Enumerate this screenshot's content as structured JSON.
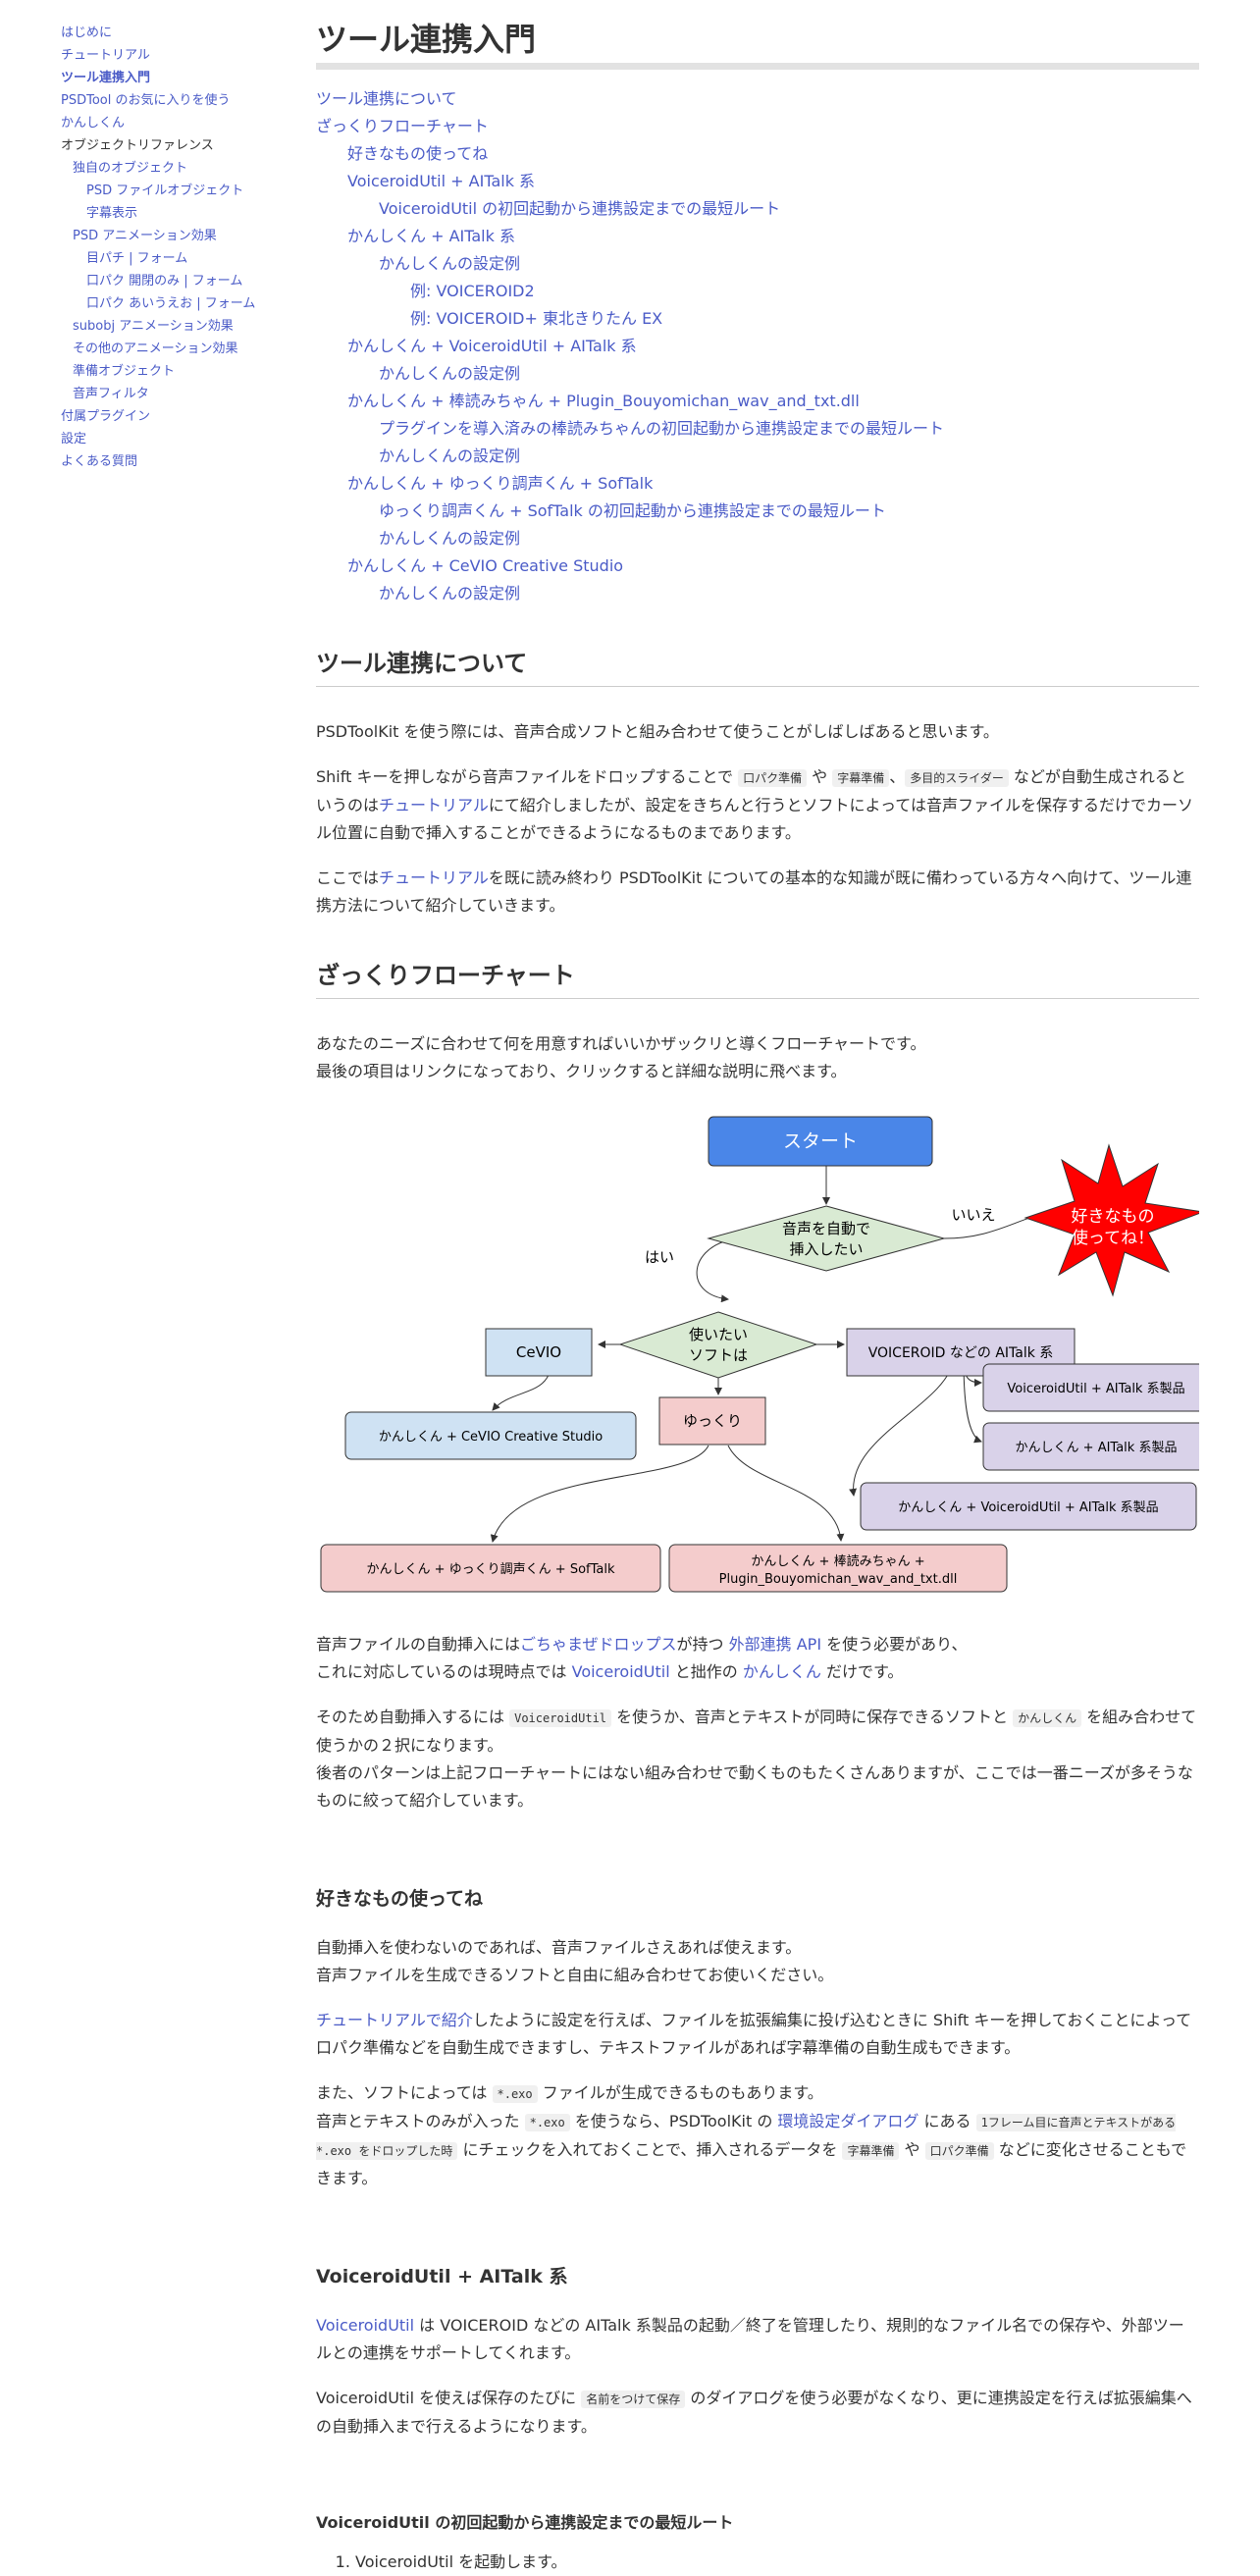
{
  "sidebar": {
    "items": [
      {
        "label": "はじめに",
        "level": 0,
        "link": true
      },
      {
        "label": "チュートリアル",
        "level": 0,
        "link": true
      },
      {
        "label": "ツール連携入門",
        "level": 0,
        "link": true,
        "current": true
      },
      {
        "label": "PSDTool のお気に入りを使う",
        "level": 0,
        "link": true
      },
      {
        "label": "かんしくん",
        "level": 0,
        "link": true
      },
      {
        "label": "オブジェクトリファレンス",
        "level": 0,
        "link": false
      },
      {
        "label": "独自のオブジェクト",
        "level": 1,
        "link": true
      },
      {
        "label": "PSD ファイルオブジェクト",
        "level": 2,
        "link": true
      },
      {
        "label": "字幕表示",
        "level": 2,
        "link": true
      },
      {
        "label": "PSD アニメーション効果",
        "level": 1,
        "link": true
      },
      {
        "label": "目パチ | フォーム",
        "level": 2,
        "link": true
      },
      {
        "label": "口パク 開閉のみ | フォーム",
        "level": 2,
        "link": true
      },
      {
        "label": "口パク あいうえお | フォーム",
        "level": 2,
        "link": true
      },
      {
        "label": "subobj アニメーション効果",
        "level": 1,
        "link": true
      },
      {
        "label": "その他のアニメーション効果",
        "level": 1,
        "link": true
      },
      {
        "label": "準備オブジェクト",
        "level": 1,
        "link": true
      },
      {
        "label": "音声フィルタ",
        "level": 1,
        "link": true
      },
      {
        "label": "付属プラグイン",
        "level": 0,
        "link": true
      },
      {
        "label": "設定",
        "level": 0,
        "link": true
      },
      {
        "label": "よくある質問",
        "level": 0,
        "link": true
      }
    ]
  },
  "page": {
    "title": "ツール連携入門",
    "toc": [
      {
        "label": "ツール連携について",
        "depth": 0
      },
      {
        "label": "ざっくりフローチャート",
        "depth": 0
      },
      {
        "label": "好きなもの使ってね",
        "depth": 1
      },
      {
        "label": "VoiceroidUtil + AITalk 系",
        "depth": 1
      },
      {
        "label": "VoiceroidUtil の初回起動から連携設定までの最短ルート",
        "depth": 2
      },
      {
        "label": "かんしくん + AITalk 系",
        "depth": 1
      },
      {
        "label": "かんしくんの設定例",
        "depth": 2
      },
      {
        "label": "例: VOICEROID2",
        "depth": 3
      },
      {
        "label": "例: VOICEROID+ 東北きりたん EX",
        "depth": 3
      },
      {
        "label": "かんしくん + VoiceroidUtil + AITalk 系",
        "depth": 1
      },
      {
        "label": "かんしくんの設定例",
        "depth": 2
      },
      {
        "label": "かんしくん + 棒読みちゃん + Plugin_Bouyomichan_wav_and_txt.dll",
        "depth": 1
      },
      {
        "label": "プラグインを導入済みの棒読みちゃんの初回起動から連携設定までの最短ルート",
        "depth": 2
      },
      {
        "label": "かんしくんの設定例",
        "depth": 2
      },
      {
        "label": "かんしくん + ゆっくり調声くん + SofTalk",
        "depth": 1
      },
      {
        "label": "ゆっくり調声くん + SofTalk の初回起動から連携設定までの最短ルート",
        "depth": 2
      },
      {
        "label": "かんしくんの設定例",
        "depth": 2
      },
      {
        "label": "かんしくん + CeVIO Creative Studio",
        "depth": 1
      },
      {
        "label": "かんしくんの設定例",
        "depth": 2
      }
    ]
  },
  "about": {
    "heading": "ツール連携について",
    "p1": "PSDToolKit を使う際には、音声合成ソフトと組み合わせて使うことがしばしばあると思います。",
    "p2_a": "Shift キーを押しながら音声ファイルをドロップすることで ",
    "p2_code1": "口パク準備",
    "p2_b": " や ",
    "p2_code2": "字幕準備",
    "p2_c": "、",
    "p2_code3": "多目的スライダー",
    "p2_d": " などが自動生成されるというのは",
    "p2_link": "チュートリアル",
    "p2_e": "にて紹介しましたが、設定をきちんと行うとソフトによっては音声ファイルを保存するだけでカーソル位置に自動で挿入することができるようになるものまであります。",
    "p3_a": "ここでは",
    "p3_link": "チュートリアル",
    "p3_b": "を既に読み終わり PSDToolKit についての基本的な知識が既に備わっている方々へ向けて、ツール連携方法について紹介していきます。"
  },
  "flow": {
    "heading": "ざっくりフローチャート",
    "intro1": "あなたのニーズに合わせて何を用意すればいいかザックリと導くフローチャートです。",
    "intro2": "最後の項目はリンクになっており、クリックすると詳細な説明に飛べます。",
    "chart": {
      "start": "スタート",
      "q1_line1": "音声を自動で",
      "q1_line2": "挿入したい",
      "no": "いいえ",
      "yes": "はい",
      "star_line1": "好きなもの",
      "star_line2": "使ってね！",
      "q2_line1": "使いたい",
      "q2_line2": "ソフトは",
      "cevio": "CeVIO",
      "voiceroid": "VOICEROID などの AITalk 系",
      "yukkuri": "ゆっくり",
      "r_vu": "VoiceroidUtil + AITalk 系製品",
      "r_ka": "かんしくん + AITalk 系製品",
      "r_kvu": "かんしくん + VoiceroidUtil + AITalk 系製品",
      "r_cevio": "かんしくん + CeVIO Creative Studio",
      "r_yukkuri": "かんしくん + ゆっくり調声くん + SofTalk",
      "r_bouyomi_line1": "かんしくん + 棒読みちゃん +",
      "r_bouyomi_line2": "Plugin_Bouyomichan_wav_and_txt.dll"
    },
    "after1_a": "音声ファイルの自動挿入には",
    "after1_link1": "ごちゃまぜドロップス",
    "after1_b": "が持つ ",
    "after1_link2": "外部連携 API",
    "after1_c": " を使う必要があり、",
    "after2_a": "これに対応しているのは現時点では ",
    "after2_link1": "VoiceroidUtil",
    "after2_b": " と拙作の ",
    "after2_link2": "かんしくん",
    "after2_c": " だけです。",
    "after3_a": "そのため自動挿入するには ",
    "after3_code1": "VoiceroidUtil",
    "after3_b": " を使うか、音声とテキストが同時に保存できるソフトと ",
    "after3_code2": "かんしくん",
    "after3_c": " を組み合わせて使うかの２択になります。",
    "after4": "後者のパターンは上記フローチャートにはない組み合わせで動くものもたくさんありますが、ここでは一番ニーズが多そうなものに絞って紹介しています。"
  },
  "favorite": {
    "heading": "好きなもの使ってね",
    "p1a": "自動挿入を使わないのであれば、音声ファイルさえあれば使えます。",
    "p1b": "音声ファイルを生成できるソフトと自由に組み合わせてお使いください。",
    "p2_link": "チュートリアルで紹介",
    "p2_text": "したように設定を行えば、ファイルを拡張編集に投げ込むときに Shift キーを押しておくことによって口パク準備などを自動生成できますし、テキストファイルがあれば字幕準備の自動生成もできます。",
    "p3_a": "また、ソフトによっては ",
    "p3_code1": "*.exo",
    "p3_b": " ファイルが生成できるものもあります。",
    "p4_a": "音声とテキストのみが入った ",
    "p4_code1": "*.exo",
    "p4_b": " を使うなら、PSDToolKit の ",
    "p4_link": "環境設定ダイアログ",
    "p4_c": " にある ",
    "p4_code2": "1フレーム目に音声とテキストがある *.exo をドロップした時",
    "p4_d": " にチェックを入れておくことで、挿入されるデータを ",
    "p4_code3": "字幕準備",
    "p4_e": " や ",
    "p4_code4": "口パク準備",
    "p4_f": " などに変化させることもできます。"
  },
  "vu": {
    "heading": "VoiceroidUtil + AITalk 系",
    "p1_link": "VoiceroidUtil",
    "p1_text": " は VOICEROID などの AITalk 系製品の起動／終了を管理したり、規則的なファイル名での保存や、外部ツールとの連携をサポートしてくれます。",
    "p2_a": "VoiceroidUtil を使えば保存のたびに ",
    "p2_code": "名前をつけて保存",
    "p2_b": " のダイアログを使う必要がなくなり、更に連携設定を行えば拡張編集への自動挿入まで行えるようになります。",
    "sub_heading": "VoiceroidUtil の初回起動から連携設定までの最短ルート",
    "step1": "VoiceroidUtil を起動します。"
  }
}
